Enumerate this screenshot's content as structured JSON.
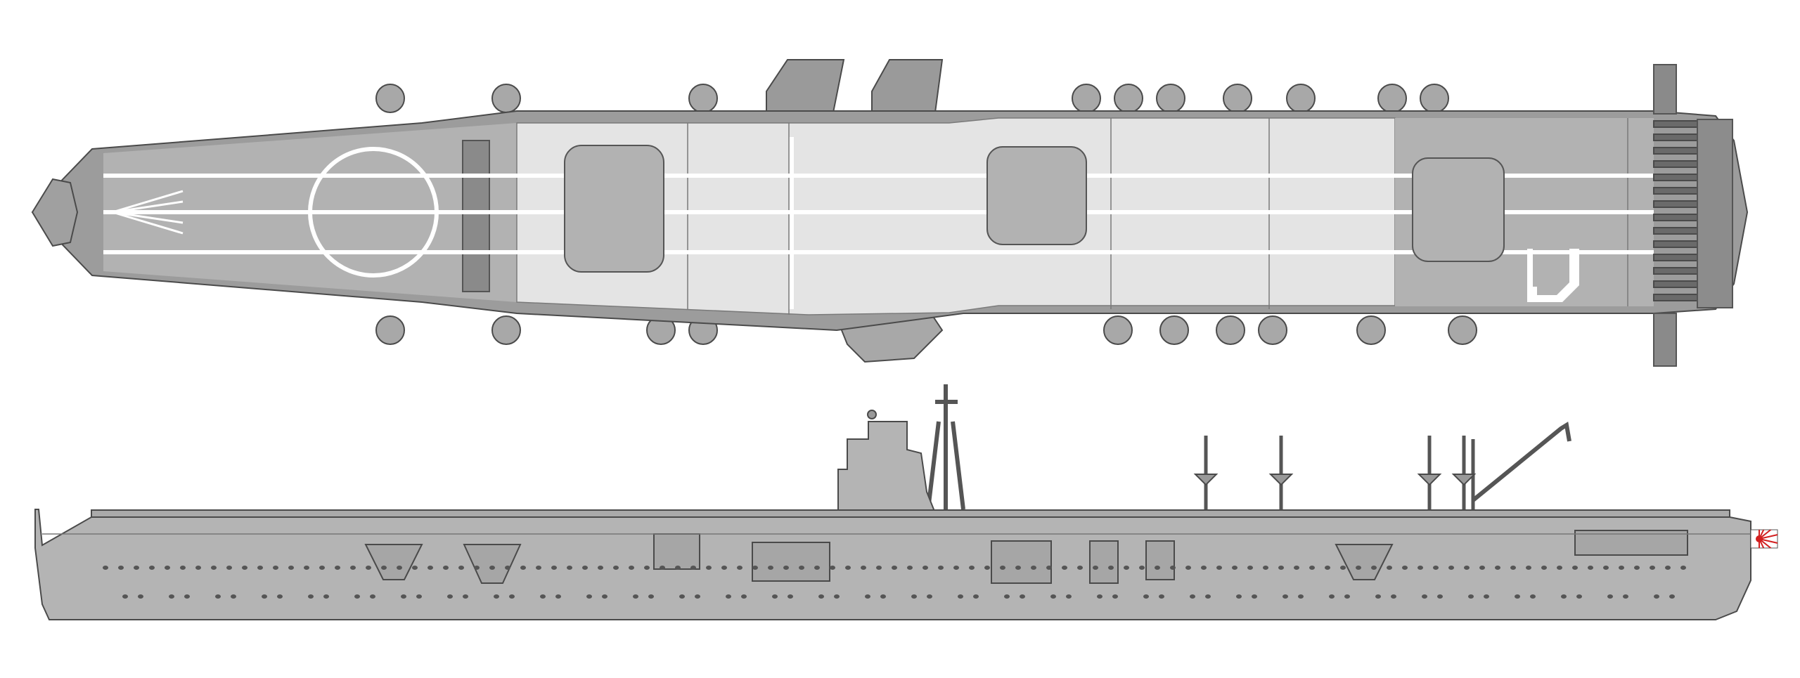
{
  "colors": {
    "background": "#ffffff",
    "hull": "#b4b4b4",
    "deck_dark": "#b2b2b2",
    "deck_light": "#e4e4e4",
    "outline": "#4a4a4a",
    "deck_lines": "#ffffff",
    "stripe_dark": "#6a6a6a",
    "flag_red": "#d22020"
  },
  "views": {
    "top": {
      "elevators": 3,
      "deck_lines": 3
    },
    "side": {
      "masts": 4
    }
  },
  "icons": {
    "ensign": "rising-sun-flag-icon"
  }
}
